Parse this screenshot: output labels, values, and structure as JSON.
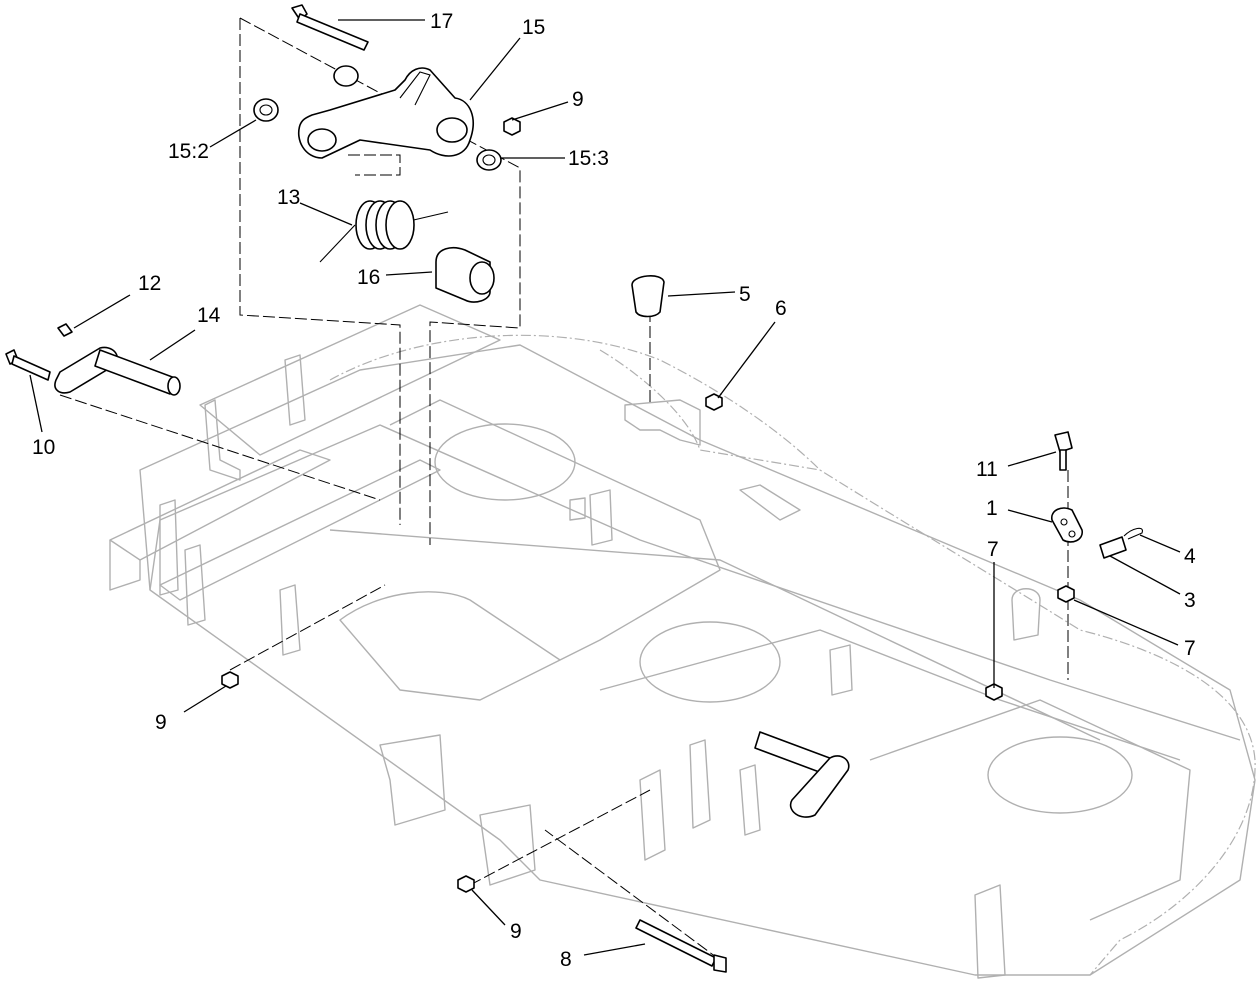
{
  "callouts": [
    {
      "id": "c17",
      "label": "17"
    },
    {
      "id": "c15",
      "label": "15"
    },
    {
      "id": "c9a",
      "label": "9"
    },
    {
      "id": "c152",
      "label": "15:2"
    },
    {
      "id": "c153",
      "label": "15:3"
    },
    {
      "id": "c13",
      "label": "13"
    },
    {
      "id": "c16",
      "label": "16"
    },
    {
      "id": "c12",
      "label": "12"
    },
    {
      "id": "c14",
      "label": "14"
    },
    {
      "id": "c10",
      "label": "10"
    },
    {
      "id": "c5",
      "label": "5"
    },
    {
      "id": "c6",
      "label": "6"
    },
    {
      "id": "c11",
      "label": "11"
    },
    {
      "id": "c1",
      "label": "1"
    },
    {
      "id": "c4",
      "label": "4"
    },
    {
      "id": "c3",
      "label": "3"
    },
    {
      "id": "c7a",
      "label": "7"
    },
    {
      "id": "c7b",
      "label": "7"
    },
    {
      "id": "c9b",
      "label": "9"
    },
    {
      "id": "c9c",
      "label": "9"
    },
    {
      "id": "c8",
      "label": "8"
    }
  ],
  "colors": {
    "line": "#000000",
    "ghost": "#b0b0b0",
    "background": "#ffffff"
  }
}
